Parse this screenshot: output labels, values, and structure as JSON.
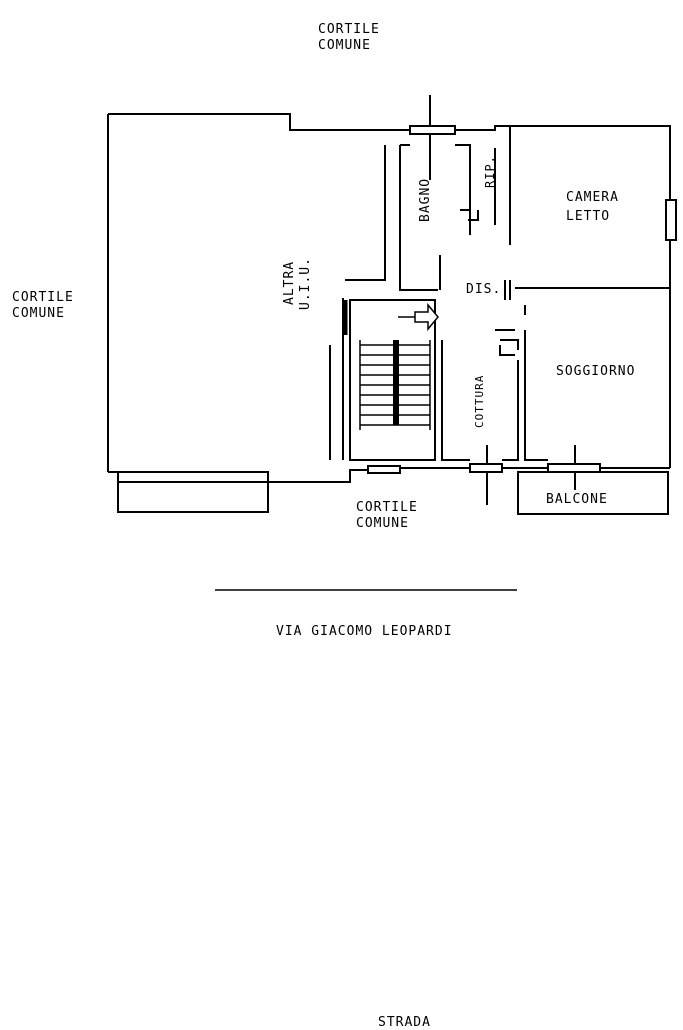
{
  "labels": {
    "cortile_top_1": "CORTILE",
    "cortile_top_2": "COMUNE",
    "cortile_left_1": "CORTILE",
    "cortile_left_2": "COMUNE",
    "cortile_bottom_1": "CORTILE",
    "cortile_bottom_2": "COMUNE",
    "altra_1": "ALTRA",
    "altra_2": "U.I.U.",
    "bagno": "BAGNO",
    "rip": "RIP.",
    "camera_1": "CAMERA",
    "camera_2": "LETTO",
    "dis": "DIS.",
    "soggiorno": "SOGGIORNO",
    "cottura": "COTTURA",
    "balcone": "BALCONE",
    "street": "VIA GIACOMO LEOPARDI",
    "bottom_cut": "STRADA"
  }
}
